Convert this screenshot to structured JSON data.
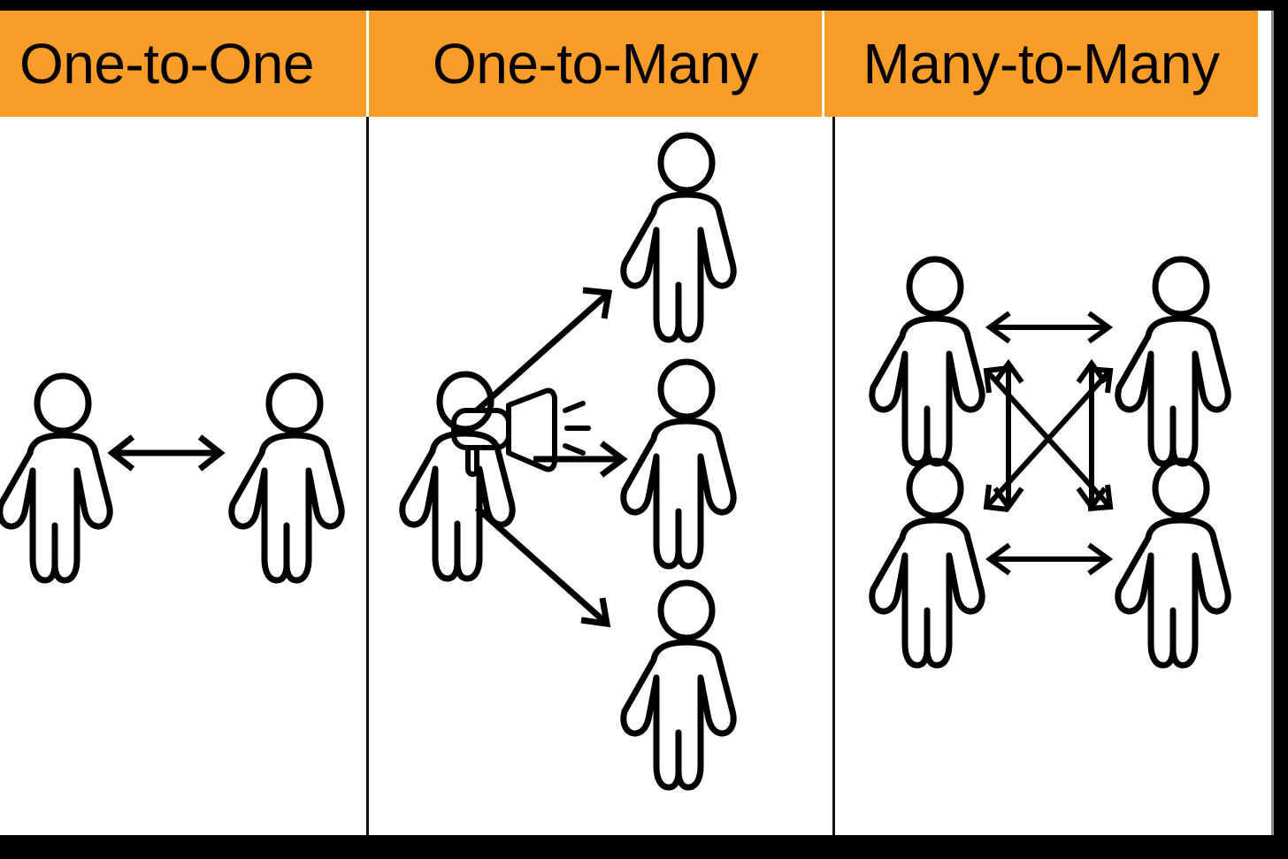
{
  "slide": {
    "background_color": "#000000",
    "canvas_color": "#ffffff",
    "accent_color": "#f99d28",
    "line_color": "#000000",
    "divider_color": "#111111"
  },
  "columns": [
    {
      "id": "one-to-one",
      "header": "One-to-One",
      "people_count": 2,
      "arrow_count": 1,
      "arrow_style": "double-headed",
      "description": "Two people connected by a single bidirectional arrow"
    },
    {
      "id": "one-to-many",
      "header": "One-to-Many",
      "people_count": 4,
      "arrow_count": 3,
      "arrow_style": "single-headed",
      "has_megaphone": true,
      "description": "One speaker with a megaphone broadcasting to three listeners"
    },
    {
      "id": "many-to-many",
      "header": "Many-to-Many",
      "people_count": 4,
      "arrow_count": 6,
      "arrow_style": "double-headed",
      "description": "Four people in a 2x2 grid, all pairs connected by bidirectional arrows"
    }
  ],
  "icons": {
    "person": "person-icon",
    "megaphone": "megaphone-icon",
    "arrow_double": "double-arrow-icon",
    "arrow_single": "single-arrow-icon"
  }
}
